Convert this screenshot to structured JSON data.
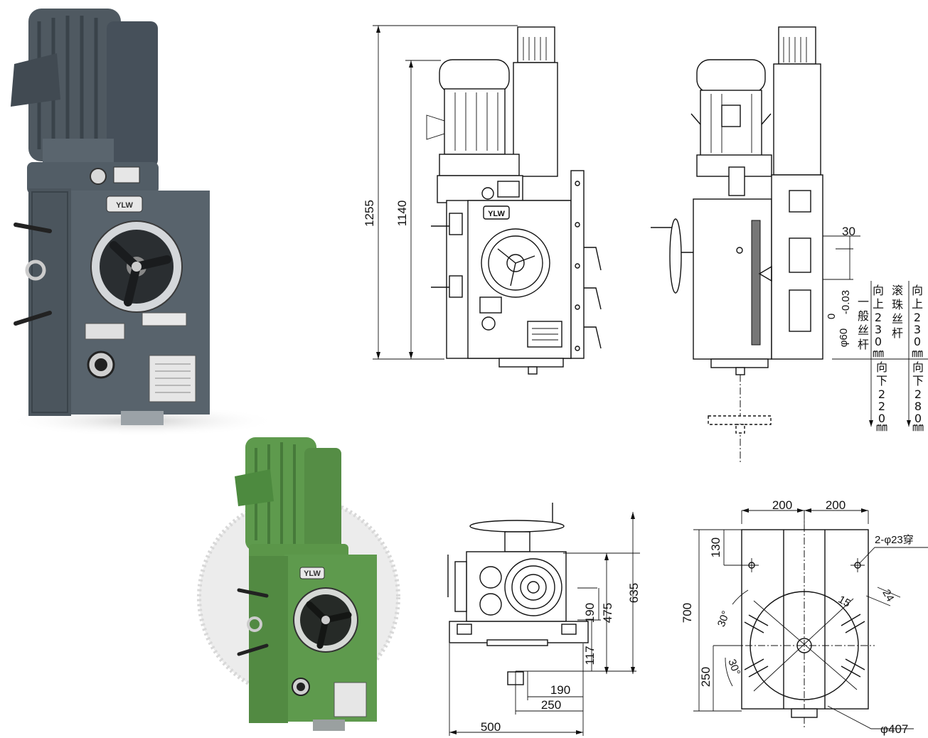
{
  "colors": {
    "gray_body": "#58636c",
    "gray_dark": "#3e474e",
    "green_body": "#5e9a4d",
    "green_dark": "#467a3a",
    "line": "#111111"
  },
  "photos": {
    "gray_head": {
      "brand": "YLW"
    },
    "green_head": {
      "brand": "YLW"
    }
  },
  "front_view": {
    "brand": "YLW",
    "dim_total_height": "1255",
    "dim_body_height": "1140"
  },
  "side_view": {
    "dim_offset": "30",
    "dim_quill_dia": "φ60",
    "dim_quill_tol_upper": "0",
    "dim_quill_tol_lower": "-0.03",
    "general_screw_up": [
      "向",
      "上",
      "2",
      "3",
      "0",
      "㎜"
    ],
    "general_screw_name": [
      "一",
      "般",
      "丝",
      "杆"
    ],
    "ball_screw_up": [
      "向",
      "上",
      "2",
      "3",
      "0",
      "㎜"
    ],
    "ball_screw_name": [
      "滚",
      "珠",
      "丝",
      "杆"
    ],
    "general_screw_down": [
      "向",
      "下",
      "2",
      "2",
      "0",
      "㎜"
    ],
    "ball_screw_down": [
      "向",
      "下",
      "2",
      "8",
      "0",
      "㎜"
    ]
  },
  "top_view": {
    "dim_190_right": "190",
    "dim_475": "475",
    "dim_635": "635",
    "dim_117": "117",
    "dim_190_bottom": "190",
    "dim_250": "250",
    "dim_500": "500"
  },
  "flange_view": {
    "dim_left": "200",
    "dim_right": "200",
    "dim_holes": "2-φ23穿",
    "dim_130": "130",
    "dim_700": "700",
    "dim_250": "250",
    "dim_15": "15",
    "dim_24": "24",
    "angle_upper": "30°",
    "angle_lower": "30°",
    "dim_circle": "φ407"
  }
}
